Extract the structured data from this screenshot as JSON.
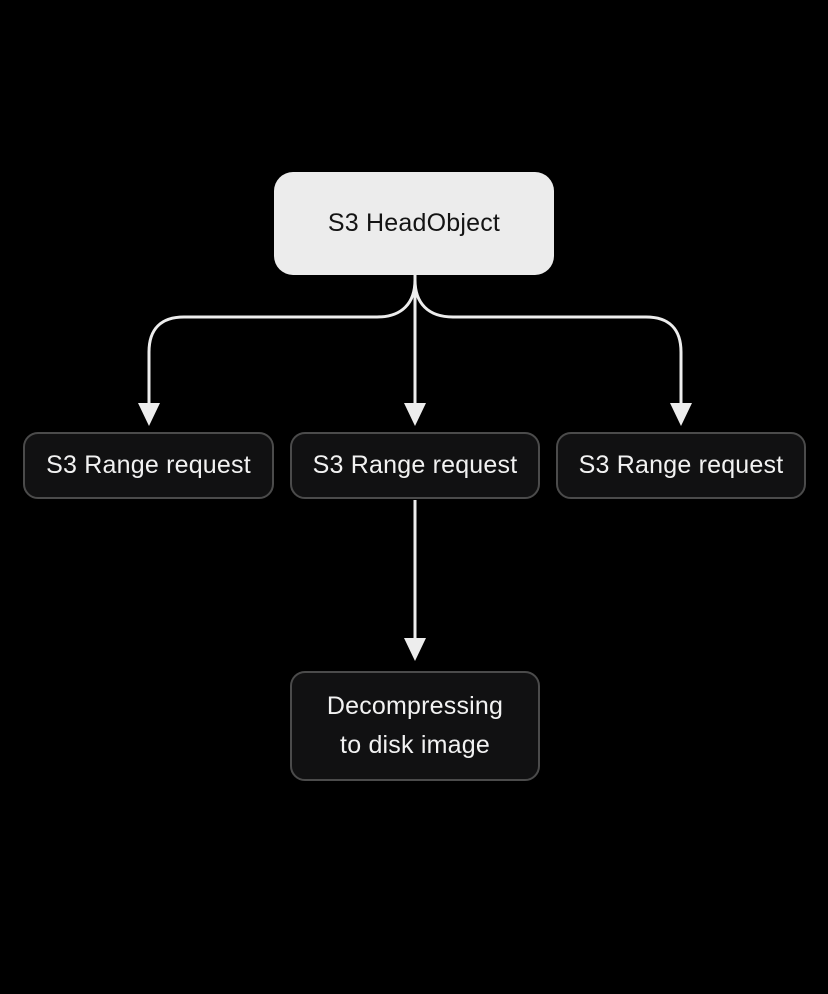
{
  "diagram": {
    "type": "flowchart",
    "background_color": "#000000",
    "colors": {
      "light_node_fill": "#ececec",
      "light_node_text": "#141414",
      "dark_node_fill": "#111112",
      "dark_node_border": "#4b4b4b",
      "dark_node_text": "#f2f2f2",
      "edge_stroke": "#ededed"
    },
    "nodes": [
      {
        "id": "head",
        "label": "S3 HeadObject",
        "style": "light"
      },
      {
        "id": "range1",
        "label": "S3 Range request",
        "style": "dark"
      },
      {
        "id": "range2",
        "label": "S3 Range request",
        "style": "dark"
      },
      {
        "id": "range3",
        "label": "S3 Range request",
        "style": "dark"
      },
      {
        "id": "decompress",
        "label": "Decompressing to disk image",
        "style": "dark",
        "label_lines": [
          "Decompressing",
          "to disk image"
        ]
      }
    ],
    "edges": [
      {
        "from": "head",
        "to": "range1",
        "arrow": "down"
      },
      {
        "from": "head",
        "to": "range2",
        "arrow": "down"
      },
      {
        "from": "head",
        "to": "range3",
        "arrow": "down"
      },
      {
        "from": "range2",
        "to": "decompress",
        "arrow": "down"
      }
    ]
  }
}
